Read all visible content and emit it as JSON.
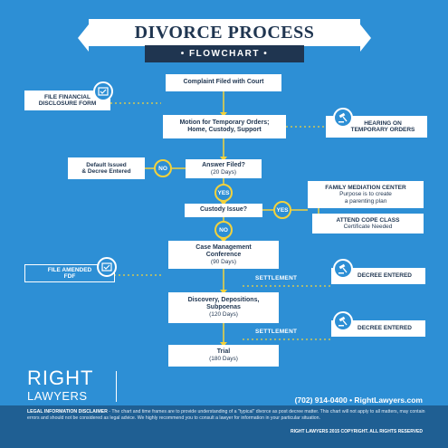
{
  "title": "DIVORCE PROCESS",
  "subtitle": "• FLOWCHART •",
  "colors": {
    "background": "#2d8fd5",
    "navy": "#1f3550",
    "yellow": "#f3d23c",
    "white": "#ffffff",
    "footer": "#1f5f93"
  },
  "steps": {
    "complaint": "Complaint Filed with Court",
    "motion_line1": "Motion for Temporary Orders;",
    "motion_line2": "Home, Custody, Support",
    "answer": "Answer Filed?",
    "answer_days": "(20 Days)",
    "custody": "Custody Issue?",
    "case_mgmt_line1": "Case Management",
    "case_mgmt_line2": "Conference",
    "case_mgmt_days": "(90 Days)",
    "discovery_line1": "Discovery, Depositions,",
    "discovery_line2": "Subpoenas",
    "discovery_days": "(120 Days)",
    "trial": "Trial",
    "trial_days": "(180 Days)"
  },
  "side": {
    "file_financial_line1": "FILE FINANCIAL",
    "file_financial_line2": "DISCLOSURE FORM",
    "hearing_line1": "HEARING ON",
    "hearing_line2": "TEMPORARY ORDERS",
    "default_line1": "Default Issued",
    "default_line2": "& Decree Entered",
    "mediation_title": "FAMILY MEDIATION CENTER",
    "mediation_line1": "Purpose is to create",
    "mediation_line2": "a parenting plan",
    "cope_title": "ATTEND COPE CLASS",
    "cope_line1": "Certificate Needed",
    "file_amended_line1": "FILE AMENDED",
    "file_amended_line2": "FDF",
    "decree1": "DECREE ENTERED",
    "decree2": "DECREE ENTERED"
  },
  "connectors": {
    "no1": "NO",
    "yes1": "YES",
    "yes2": "YES",
    "no2": "NO",
    "settlement1": "SETTLEMENT",
    "settlement2": "SETTLEMENT"
  },
  "icons": {
    "form": "document-check-icon",
    "gavel": "gavel-icon"
  },
  "brand": {
    "right": "RIGHT",
    "lawyers": "LAWYERS"
  },
  "contact": "(702) 914-0400 • RightLawyers.com",
  "disclaimer_label": "LEGAL INFORMATION DISCLAIMER",
  "disclaimer_text": " - The chart and time frames are to provide understanding of a \"typical\" divorce as post decree matter. This chart will not apply to all matters, may contain errors and should not be considered as legal advice. We highly recommend you to consult a lawyer for information in your particular situation.",
  "copyright": "RIGHT LAWYERS 2015 COPYRIGHT. ALL RIGHTS RESERVED"
}
